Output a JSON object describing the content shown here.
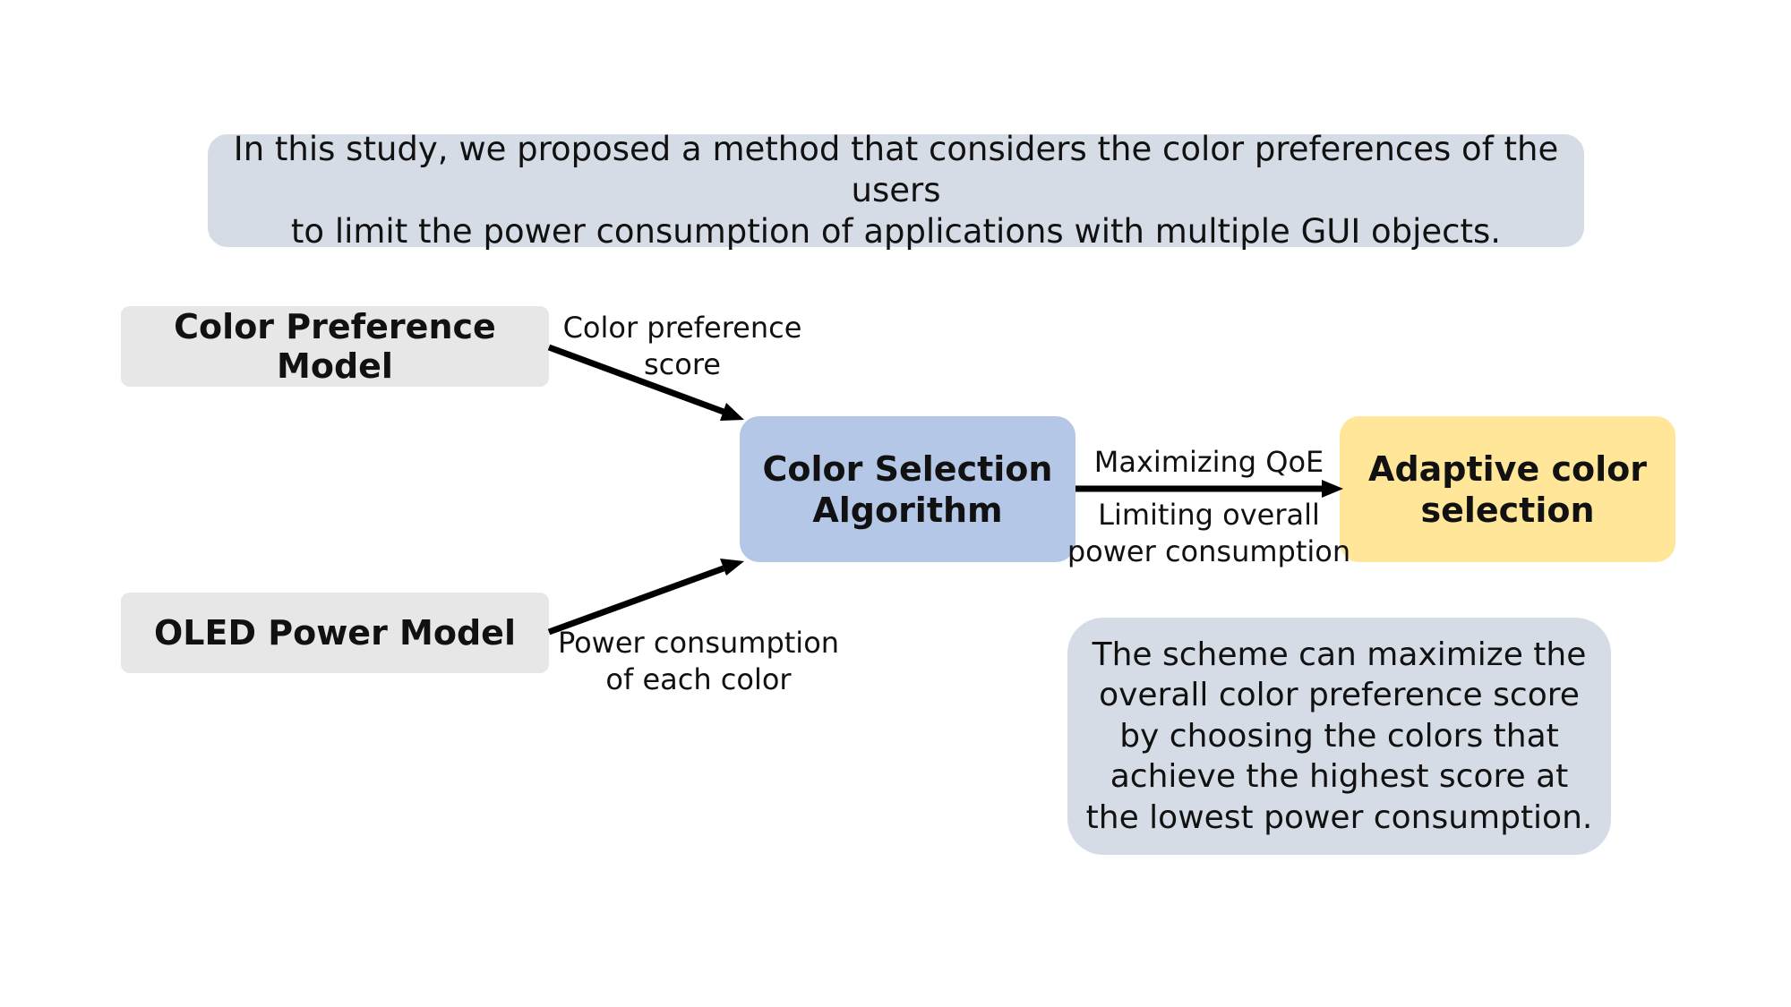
{
  "intro": {
    "lines": [
      "In this study, we proposed a method that considers the color preferences of the users",
      "to limit the power consumption of applications with multiple GUI objects."
    ]
  },
  "nodes": {
    "color_preference_model": "Color Preference Model",
    "oled_power_model": "OLED Power Model",
    "color_selection_algorithm": [
      "Color Selection",
      "Algorithm"
    ],
    "adaptive_color_selection": [
      "Adaptive color",
      "selection"
    ]
  },
  "edges": {
    "preference_score": [
      "Color preference",
      "score"
    ],
    "power_per_color": [
      "Power consumption",
      "of each color"
    ],
    "maximizing": "Maximizing QoE",
    "limiting": [
      "Limiting overall",
      "power consumption"
    ]
  },
  "scheme": {
    "lines": [
      "The scheme can maximize the",
      "overall color preference score",
      "by choosing the colors that",
      "achieve the highest score at",
      "the lowest power consumption."
    ]
  },
  "colors": {
    "intro_bg": "#d6dce5",
    "model_bg": "#e7e7e7",
    "algorithm_bg": "#b4c7e7",
    "output_bg": "#ffe699",
    "scheme_bg": "#d6dce5"
  }
}
